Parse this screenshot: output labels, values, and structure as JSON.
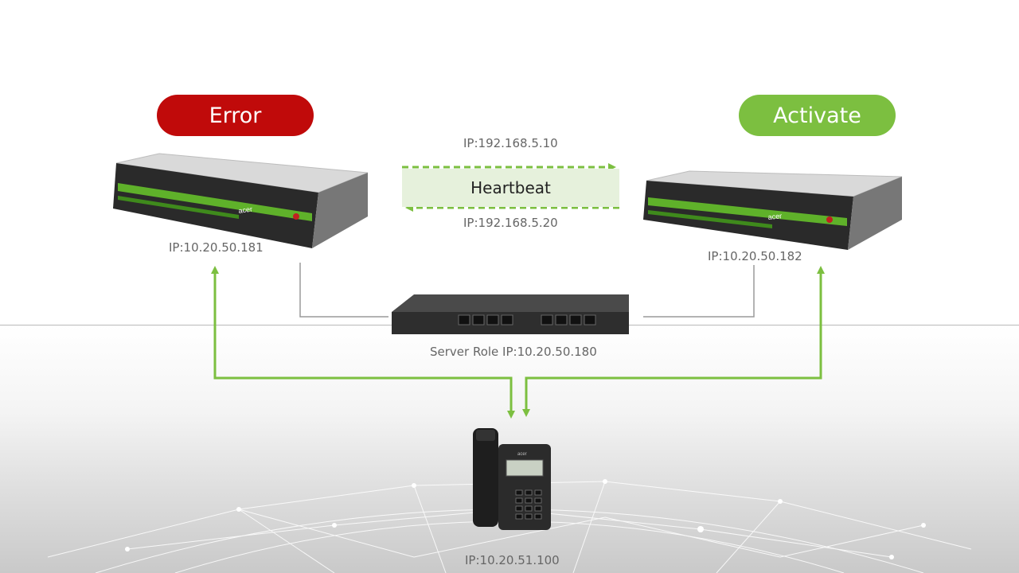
{
  "status": {
    "left_label": "Error",
    "right_label": "Activate",
    "left_color": "#c00a0a",
    "right_color": "#7cbf40"
  },
  "heartbeat": {
    "label": "Heartbeat",
    "ip_top": "IP:192.168.5.10",
    "ip_bottom": "IP:192.168.5.20"
  },
  "servers": {
    "left": {
      "ip": "IP:10.20.50.181",
      "brand": "acer"
    },
    "right": {
      "ip": "IP:10.20.50.182",
      "brand": "acer"
    }
  },
  "switch": {
    "label": "Server Role IP:10.20.50.180"
  },
  "phone": {
    "ip": "IP:10.20.51.100",
    "brand": "acer"
  },
  "icons": [
    "server-icon",
    "network-switch-icon",
    "ip-phone-icon",
    "arrow-icon"
  ],
  "colors": {
    "link_green": "#7cbf40",
    "cable_gray": "#9a9a9a"
  }
}
